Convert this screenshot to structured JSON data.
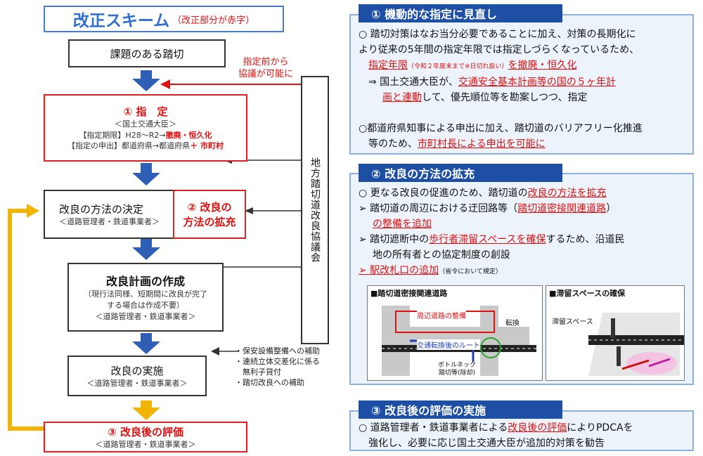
{
  "title": {
    "main": "改正スキーム",
    "sub": "（改正部分が赤字）"
  },
  "flow": {
    "crossing": "課題のある踏切",
    "pre_designation_note": [
      "指定前から",
      "協議が可能に"
    ],
    "designation": {
      "title": "① 指　定",
      "authority": "＜国土交通大臣＞",
      "period_prefix": "【指定期限】H28～R2→",
      "period_red": "撤廃・恒久化",
      "applicant_prefix": "【指定の申出】都道府県→都道府県",
      "applicant_red": "＋ 市町村"
    },
    "method_decision": {
      "title": "改良の方法の決定",
      "sub": "＜道路管理者・鉄道事業者＞",
      "label": [
        "② 改良の",
        "方法の拡充"
      ]
    },
    "plan": {
      "title": "改良計画の作成",
      "lines": [
        "（現行法同様、短期間に改良が完了",
        "する場合は作成不要）",
        "＜道路管理者・鉄道事業者＞"
      ]
    },
    "implementation": {
      "title": "改良の実施",
      "sub": "＜道路管理者・鉄道事業者＞"
    },
    "subsidies": [
      "・保安設備整備への補助",
      "・連続立体交差化に係る",
      "　無利子貸付",
      "・踏切改良への補助"
    ],
    "evaluation": {
      "title": "③ 改良後の評価",
      "sub": "＜道路管理者・鉄道事業者＞"
    },
    "council": "地方踏切道改良協議会"
  },
  "panel1": {
    "header": "① 機動的な指定に見直し",
    "p1_a": "○ 踏切対策はなお当分必要であることに加え、対策の長期化に",
    "p1_b": "より従来の5年間の指定年限では指定しづらくなっているため、",
    "p1_c_red": "指定年限",
    "p1_c_small": "（令和２年度末まで※日切れ扱い）",
    "p1_c_tail": "を撤廃・恒久化",
    "p1_d_pre": "⇒ 国土交通大臣が、",
    "p1_d_red": "交通安全基本計画等の国の５ヶ年計",
    "p1_e_red": "画と連動",
    "p1_e_tail": "して、優先順位等を勘案しつつ、指定",
    "p2_a": "○都道府県知事による申出に加え、踏切道のバリアフリー化推進",
    "p2_b_pre": "等のため、",
    "p2_b_red": "市町村長による申出を可能に"
  },
  "panel2": {
    "header": "② 改良の方法の拡充",
    "l1_pre": "○ 更なる改良の促進のため、踏切道の",
    "l1_red": "改良の方法を拡充",
    "l2_pre": "➢ 踏切道の周辺における迂回路等（",
    "l2_red": "踏切道密接関連道路",
    "l2_tail": "）",
    "l3_red": "の整備を追加",
    "l4_pre": "➢ 踏切遮断中の",
    "l4_red": "歩行者滞留スペースを確保",
    "l4_tail": "するため、沿道民",
    "l5": "地の所有者との協定制度の創設",
    "l6_red": "➢ 駅改札口の追加",
    "l6_small": "（省令において規定）",
    "fig1": {
      "title": "■踏切道密接関連道路",
      "road": "周辺道路の整備",
      "turn": "転換",
      "route": "交通転換後のルート",
      "bottleneck": [
        "ボトルネック",
        "踏切等(除却)"
      ]
    },
    "fig2": {
      "title": "■滞留スペースの確保",
      "space": "滞留スペース"
    }
  },
  "panel3": {
    "header": "③ 改良後の評価の実施",
    "l1_pre": "○ 道路管理者・鉄道事業者による",
    "l1_red": "改良後の評価",
    "l1_tail": "によりPDCAを",
    "l2": "強化し、必要に応じ国土交通大臣が追加的対策を勧告"
  }
}
